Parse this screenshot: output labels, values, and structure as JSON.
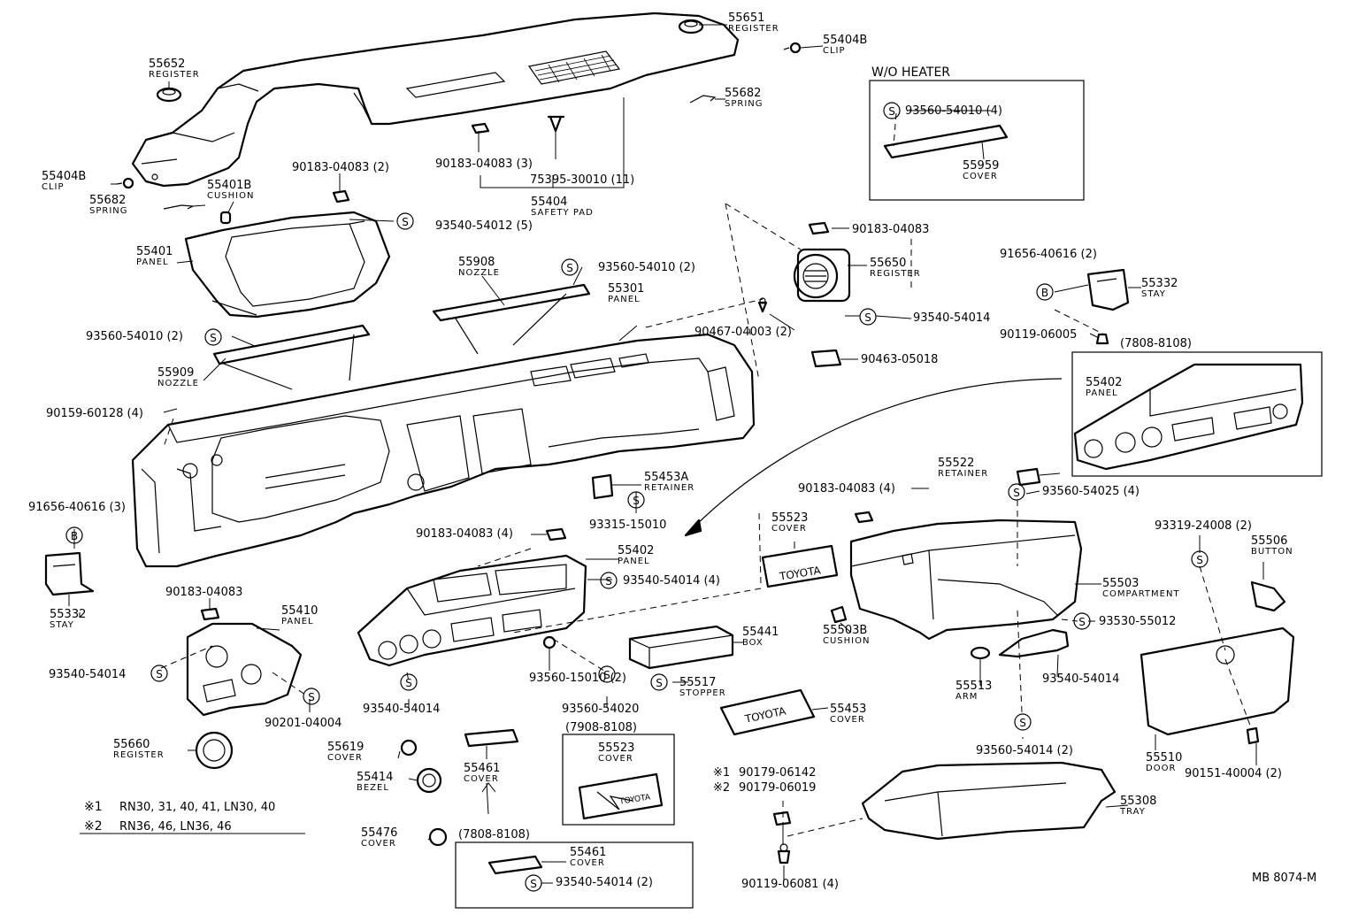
{
  "labels": [
    {
      "pn": "55651",
      "nm": "REGISTER"
    },
    {
      "pn": "55404B",
      "nm": "CLIP"
    },
    {
      "pn": "55652",
      "nm": "REGISTER"
    },
    {
      "pn": "55682",
      "nm": "SPRING"
    },
    {
      "pn": "90183-04083 (3)"
    },
    {
      "pn": "75395-30010 (11)"
    },
    {
      "pn": "55404",
      "nm": "SAFETY PAD"
    },
    {
      "pn": "55404B",
      "nm": "CLIP"
    },
    {
      "pn": "55682",
      "nm": "SPRING"
    },
    {
      "pn": "90183-04083 (2)"
    },
    {
      "pn": "55401B",
      "nm": "CUSHION"
    },
    {
      "pn": "93540-54012 (5)"
    },
    {
      "pn": "55401",
      "nm": "PANEL"
    },
    {
      "pn": "55908",
      "nm": "NOZZLE"
    },
    {
      "pn": "93560-54010 (2)"
    },
    {
      "pn": "55301",
      "nm": "PANEL"
    },
    {
      "pn": "93560-54010 (2)"
    },
    {
      "pn": "55909",
      "nm": "NOZZLE"
    },
    {
      "pn": "90159-60128 (4)"
    },
    {
      "pn": "90183-04083"
    },
    {
      "pn": "55650",
      "nm": "REGISTER"
    },
    {
      "pn": "93540-54014"
    },
    {
      "pn": "90467-04003 (2)"
    },
    {
      "pn": "90463-05018"
    },
    {
      "pn": "91656-40616 (2)"
    },
    {
      "pn": "55332",
      "nm": "STAY"
    },
    {
      "pn": "90119-06005"
    },
    {
      "pn": "(7808-8108)"
    },
    {
      "pn": "55402",
      "nm": "PANEL"
    },
    {
      "pn": "93560-54010 (4)"
    },
    {
      "pn": "55959",
      "nm": "COVER"
    },
    {
      "pn": "55453A",
      "nm": "RETAINER"
    },
    {
      "pn": "93315-15010"
    },
    {
      "pn": "55522",
      "nm": "RETAINER"
    },
    {
      "pn": "90183-04083 (4)"
    },
    {
      "pn": "93560-54025 (4)"
    },
    {
      "pn": "91656-40616 (3)"
    },
    {
      "pn": "90183-04083 (4)"
    },
    {
      "pn": "55523",
      "nm": "COVER"
    },
    {
      "pn": "93319-24008 (2)"
    },
    {
      "pn": "55506",
      "nm": "BUTTON"
    },
    {
      "pn": "55402",
      "nm": "PANEL"
    },
    {
      "pn": "93540-54014 (4)"
    },
    {
      "pn": "55503",
      "nm": "COMPARTMENT"
    },
    {
      "pn": "55332",
      "nm": "STAY"
    },
    {
      "pn": "90183-04083"
    },
    {
      "pn": "55410",
      "nm": "PANEL"
    },
    {
      "pn": "55441",
      "nm": "BOX"
    },
    {
      "pn": "55503B",
      "nm": "CUSHION"
    },
    {
      "pn": "93530-55012"
    },
    {
      "pn": "93540-54014"
    },
    {
      "pn": "90201-04004"
    },
    {
      "pn": "93560-15010 (2)"
    },
    {
      "pn": "55517",
      "nm": "STOPPER"
    },
    {
      "pn": "55513",
      "nm": "ARM"
    },
    {
      "pn": "93540-54014"
    },
    {
      "pn": "93540-54014"
    },
    {
      "pn": "93560-54020"
    },
    {
      "pn": "55453",
      "nm": "COVER"
    },
    {
      "pn": "55660",
      "nm": "REGISTER"
    },
    {
      "pn": "(7908-8108)"
    },
    {
      "pn": "55523",
      "nm": "COVER"
    },
    {
      "pn": "93560-54014 (2)"
    },
    {
      "pn": "55510",
      "nm": "DOOR"
    },
    {
      "pn": "90151-40004 (2)"
    },
    {
      "pn": "55619",
      "nm": "COVER"
    },
    {
      "pn": "55461",
      "nm": "COVER"
    },
    {
      "pn": "90179-06142"
    },
    {
      "pn": "90179-06019"
    },
    {
      "pn": "55414",
      "nm": "BEZEL"
    },
    {
      "pn": "55308",
      "nm": "TRAY"
    },
    {
      "pn": "55476",
      "nm": "COVER"
    },
    {
      "pn": "(7808-8108)"
    },
    {
      "pn": "55461",
      "nm": "COVER"
    },
    {
      "pn": "93540-54014 (2)"
    },
    {
      "pn": "90119-06081 (4)"
    }
  ],
  "box_titles": {
    "wo_heater": "W/O HEATER"
  },
  "notes": {
    "note1_mark": "※1",
    "note1_text": "RN30, 31, 40, 41, LN30, 40",
    "note2_mark": "※2",
    "note2_text": "RN36, 46, LN36, 46",
    "mark1": "※1",
    "mark2": "※2"
  },
  "brand_cover": "TOYOTA",
  "brand_plate": "TOYOTA",
  "brand_emblem": "TOYOTA",
  "s_symbol": "S",
  "b_symbol": "B",
  "catalog_ref": "MB 8074-M"
}
